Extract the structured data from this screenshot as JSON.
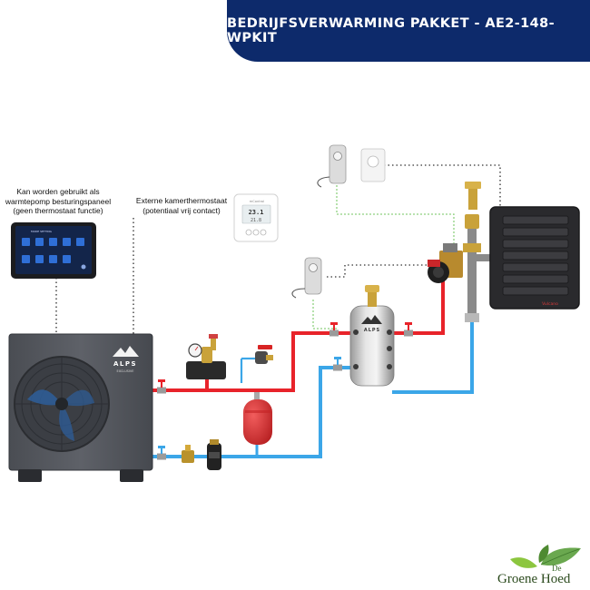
{
  "header": {
    "title": "BEDRIJFSVERWARMING PAKKET - AE2-148-WPKIT"
  },
  "notes": {
    "control_panel": [
      "Kan worden gebruikt als",
      "warmtepomp besturingspaneel",
      "(geen thermostaat functie)"
    ],
    "thermostat": [
      "Externe kamerthermostaat",
      "(potentiaal vrij contact)"
    ]
  },
  "heat_pump": {
    "brand": "ALPS",
    "sub": "EXCLUSIVE"
  },
  "buffer_tank": {
    "brand": "ALPS"
  },
  "thermostat_display": {
    "brand": "mControl",
    "reading_1": "23.1",
    "reading_2": "21.8"
  },
  "heater": {
    "brand": "Vulcano"
  },
  "panel_screen": {
    "title": "MODE SETTING"
  },
  "logo": {
    "top": "De",
    "name": "Groene Hoed"
  },
  "colors": {
    "banner": "#0d2a6b",
    "hot_pipe": "#e8232a",
    "cold_pipe": "#3ba6e8",
    "signal_dots": "#555555",
    "sensor_line": "#8fd17f",
    "vessel": "#d9282b"
  }
}
